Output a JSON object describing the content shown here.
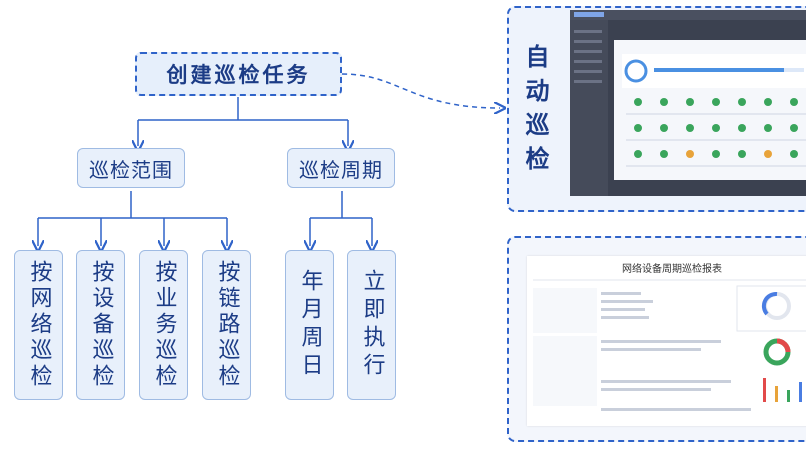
{
  "root": {
    "label": "创建巡检任务"
  },
  "scope": {
    "label": "巡检范围",
    "children": [
      "按网络巡检",
      "按设备巡检",
      "按业务巡检",
      "按链路巡检"
    ]
  },
  "cycle": {
    "label": "巡检周期",
    "children": [
      "年月周日",
      "立即执行"
    ]
  },
  "auto_panel": {
    "label": "自动巡检"
  },
  "report_panel": {
    "title": "网络设备周期巡检报表"
  },
  "colors": {
    "accent": "#2f63c9",
    "node_bg": "#e8f0fb",
    "text": "#1c3c86"
  }
}
